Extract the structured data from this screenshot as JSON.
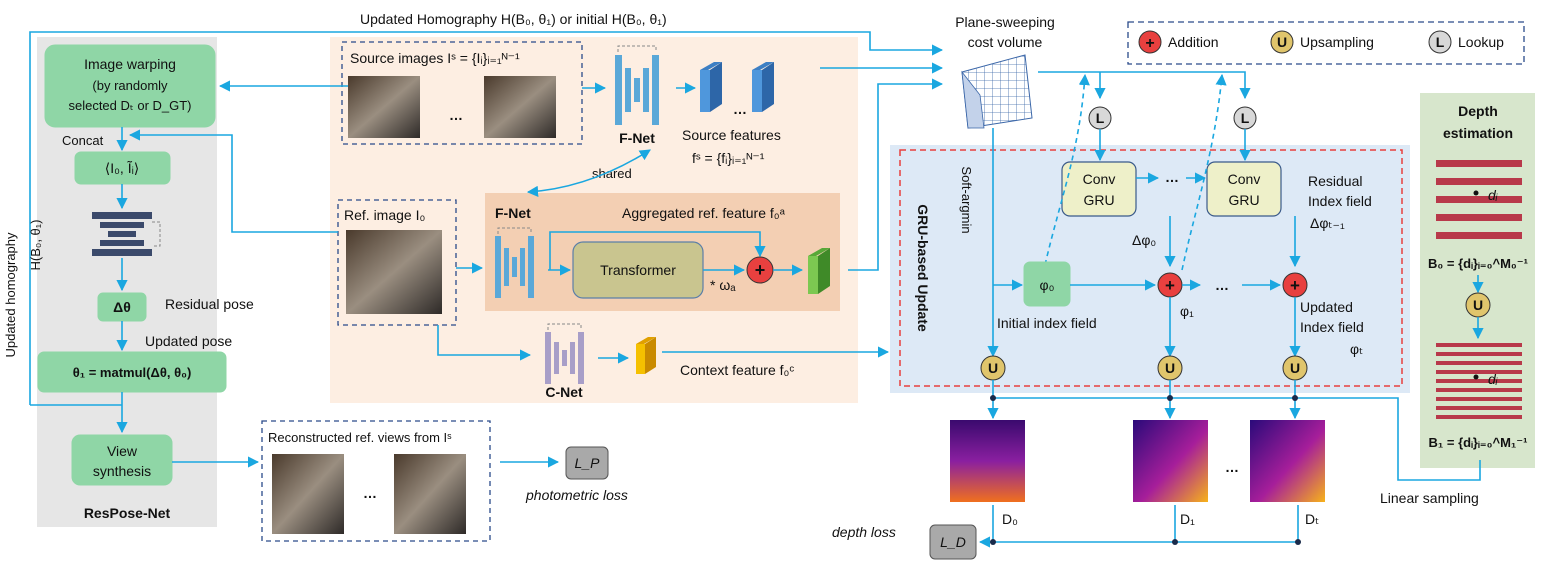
{
  "colors": {
    "flow": "#1aa7e0",
    "respose_bg": "#e6e6e6",
    "source_bg": "#fdeee2",
    "ref_bg": "#f3cfb3",
    "gru_bg": "#dde9f6",
    "depth_bg": "#d7e6cc",
    "green_box": "#8fd6a6",
    "addition": "#e8403f",
    "upsampling": "#e0c56c",
    "lookup": "#d8d8d8",
    "transformer": "#c9c58f"
  },
  "top_arrow_label": "Updated Homography H(B₀, θ₁) or initial H(B₀, θ₁)",
  "respose": {
    "image_warping_title": "Image warping",
    "image_warping_line2": "(by randomly",
    "image_warping_line3": "selected Dₜ or D_GT)",
    "concat_label": "Concat",
    "concat_formula": "⟨I₀, Ĩᵢ⟩",
    "delta_theta": "Δθ",
    "residual_pose": "Residual pose",
    "updated_pose": "Updated pose",
    "theta1_formula": "θ₁ = matmul(Δθ, θ₀)",
    "view_synthesis_line1": "View",
    "view_synthesis_line2": "synthesis",
    "net_title": "ResPose-Net",
    "side_label_1": "Updated homography",
    "side_label_2": "H(B₀, θ₁)"
  },
  "source": {
    "title": "Source images Iˢ = {Iᵢ}ᵢ₌₁ᴺ⁻¹",
    "ellipsis": "…",
    "fnet_label": "F-Net",
    "features_line1": "Source features",
    "features_line2": "fˢ = {fᵢ}ᵢ₌₁ᴺ⁻¹",
    "shared_label": "shared"
  },
  "reference": {
    "title": "Ref. image I₀",
    "fnet_label": "F-Net",
    "aggregated_label": "Aggregated ref. feature f₀ᵃ",
    "transformer_label": "Transformer",
    "omega_label": "* ωₐ",
    "cnet_label": "C-Net",
    "context_label": "Context feature f₀ᶜ"
  },
  "legend": {
    "addition_glyph": "+",
    "addition_label": "Addition",
    "upsampling_glyph": "U",
    "upsampling_label": "Upsampling",
    "lookup_glyph": "L",
    "lookup_label": "Lookup"
  },
  "cost_volume": {
    "line1": "Plane-sweeping",
    "line2": "cost volume"
  },
  "gru": {
    "panel_title": "GRU-based Update",
    "soft_argmin": "Soft-argmin",
    "lookup_glyph": "L",
    "conv_gru_line1": "Conv",
    "conv_gru_line2": "GRU",
    "ellipsis": "…",
    "residual_line1": "Residual",
    "residual_line2": "Index field",
    "residual_line3": "Δφₜ₋₁",
    "delta_phi0": "Δφ₀",
    "phi0": "φ₀",
    "initial_index": "Initial index field",
    "phi1": "φ₁",
    "updated_line1": "Updated",
    "updated_line2": "Index field",
    "updated_line3": "φₜ",
    "add_glyph": "+",
    "up_glyph": "U"
  },
  "depth_maps": {
    "d0": "D₀",
    "d1": "D₁",
    "dt": "Dₜ",
    "ellipsis": "…",
    "depth_loss": "depth loss",
    "ld": "L_D"
  },
  "reconstructed": {
    "title": "Reconstructed ref. views from Iˢ",
    "ellipsis": "…",
    "lp": "L_P",
    "photometric": "photometric loss"
  },
  "depth_estimation": {
    "title_line1": "Depth",
    "title_line2": "estimation",
    "di": "dᵢ",
    "b0_formula": "B₀ = {dᵢ}ᵢ₌₀^M₀⁻¹",
    "up_glyph": "U",
    "b1_formula": "B₁ = {dᵢ}ᵢ₌₀^M₁⁻¹",
    "linear_sampling": "Linear sampling"
  }
}
